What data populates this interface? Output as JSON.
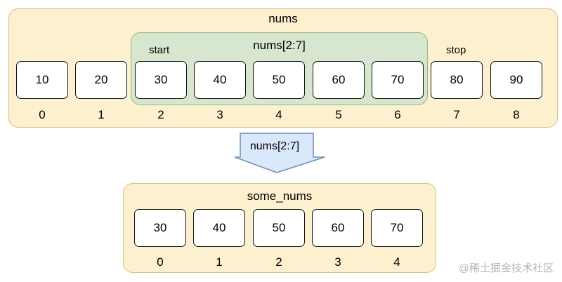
{
  "source_panel": {
    "title": "nums",
    "slice_label": "nums[2:7]",
    "start_label": "start",
    "stop_label": "stop",
    "values": [
      "10",
      "20",
      "30",
      "40",
      "50",
      "60",
      "70",
      "80",
      "90"
    ],
    "indices": [
      "0",
      "1",
      "2",
      "3",
      "4",
      "5",
      "6",
      "7",
      "8"
    ]
  },
  "operation": {
    "label": "nums[2:7]"
  },
  "result_panel": {
    "title": "some_nums",
    "values": [
      "30",
      "40",
      "50",
      "60",
      "70"
    ],
    "indices": [
      "0",
      "1",
      "2",
      "3",
      "4"
    ]
  },
  "watermark": "@稀土掘金技术社区",
  "colors": {
    "panel_fill": "#fdf0cf",
    "panel_border": "#e0bf76",
    "slice_fill": "#d6e6cf",
    "slice_border": "#8dbb7e",
    "arrow_fill": "#dae8fc",
    "arrow_border": "#6c8ebf"
  }
}
